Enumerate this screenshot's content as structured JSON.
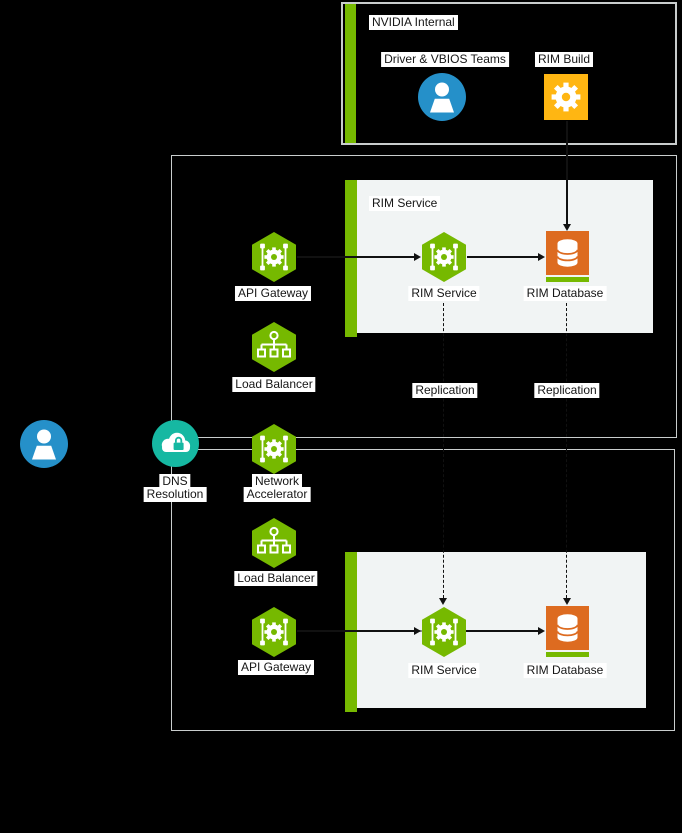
{
  "colors": {
    "nvidia_green": "#76B900",
    "teal": "#16B8A2",
    "blue": "#2590C9",
    "yellow": "#FFB612",
    "orange": "#DD6B20",
    "panel_fill": "#F1F4F4",
    "box_border": "#C9CDCD",
    "background": "#000000",
    "line": "#111111"
  },
  "regions": {
    "nvidia_internal": {
      "title": "NVIDIA Internal"
    },
    "rim_service_zone": {
      "title": "RIM Service"
    }
  },
  "nodes": {
    "driver_vbios_teams": {
      "label": "Driver & VBIOS Teams",
      "icon": "user-icon"
    },
    "rim_build": {
      "label": "RIM Build",
      "icon": "gear-icon"
    },
    "external_user": {
      "icon": "user-icon"
    },
    "dns_resolution": {
      "label_line1": "DNS",
      "label_line2": "Resolution",
      "icon": "cloud-lock-icon"
    },
    "network_accelerator": {
      "label_line1": "Network",
      "label_line2": "Accelerator",
      "icon": "hexagon-gear-icon"
    },
    "api_gateway_top": {
      "label": "API Gateway",
      "icon": "hexagon-gear-icon"
    },
    "load_balancer_top": {
      "label": "Load Balancer",
      "icon": "hexagon-tree-icon"
    },
    "rim_service_top": {
      "label": "RIM Service",
      "icon": "hexagon-gear-icon"
    },
    "rim_database_top": {
      "label": "RIM Database",
      "icon": "database-icon"
    },
    "load_balancer_bottom": {
      "label": "Load Balancer",
      "icon": "hexagon-tree-icon"
    },
    "api_gateway_bottom": {
      "label": "API Gateway",
      "icon": "hexagon-gear-icon"
    },
    "rim_service_bottom": {
      "label": "RIM Service",
      "icon": "hexagon-gear-icon"
    },
    "rim_database_bottom": {
      "label": "RIM Database",
      "icon": "database-icon"
    }
  },
  "edges": {
    "replication_left": {
      "label": "Replication"
    },
    "replication_right": {
      "label": "Replication"
    }
  }
}
